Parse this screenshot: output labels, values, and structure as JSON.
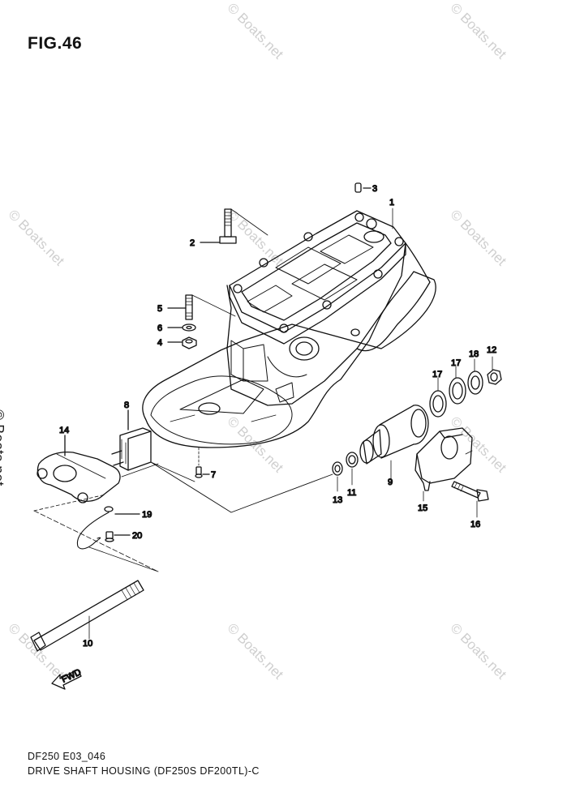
{
  "figure": {
    "title": "FIG.46",
    "model_code": "DF250 E03_046",
    "caption": "DRIVE SHAFT HOUSING (DF250S DF200TL)-C"
  },
  "watermark": {
    "text": "© Boats.net",
    "side_text": "© Boats.net",
    "color": "#cfcfcf"
  },
  "parts": [
    {
      "id": "part-1",
      "number": "1"
    },
    {
      "id": "part-2",
      "number": "2"
    },
    {
      "id": "part-3",
      "number": "3"
    },
    {
      "id": "part-4",
      "number": "4"
    },
    {
      "id": "part-5",
      "number": "5"
    },
    {
      "id": "part-6",
      "number": "6"
    },
    {
      "id": "part-7",
      "number": "7"
    },
    {
      "id": "part-8",
      "number": "8"
    },
    {
      "id": "part-9",
      "number": "9"
    },
    {
      "id": "part-10",
      "number": "10"
    },
    {
      "id": "part-11",
      "number": "11"
    },
    {
      "id": "part-12",
      "number": "12"
    },
    {
      "id": "part-13",
      "number": "13"
    },
    {
      "id": "part-14",
      "number": "14"
    },
    {
      "id": "part-15",
      "number": "15"
    },
    {
      "id": "part-16",
      "number": "16"
    },
    {
      "id": "part-17a",
      "number": "17"
    },
    {
      "id": "part-17b",
      "number": "17"
    },
    {
      "id": "part-18",
      "number": "18"
    },
    {
      "id": "part-19",
      "number": "19"
    },
    {
      "id": "part-20",
      "number": "20"
    }
  ],
  "fwd_arrow_label": "FWD"
}
